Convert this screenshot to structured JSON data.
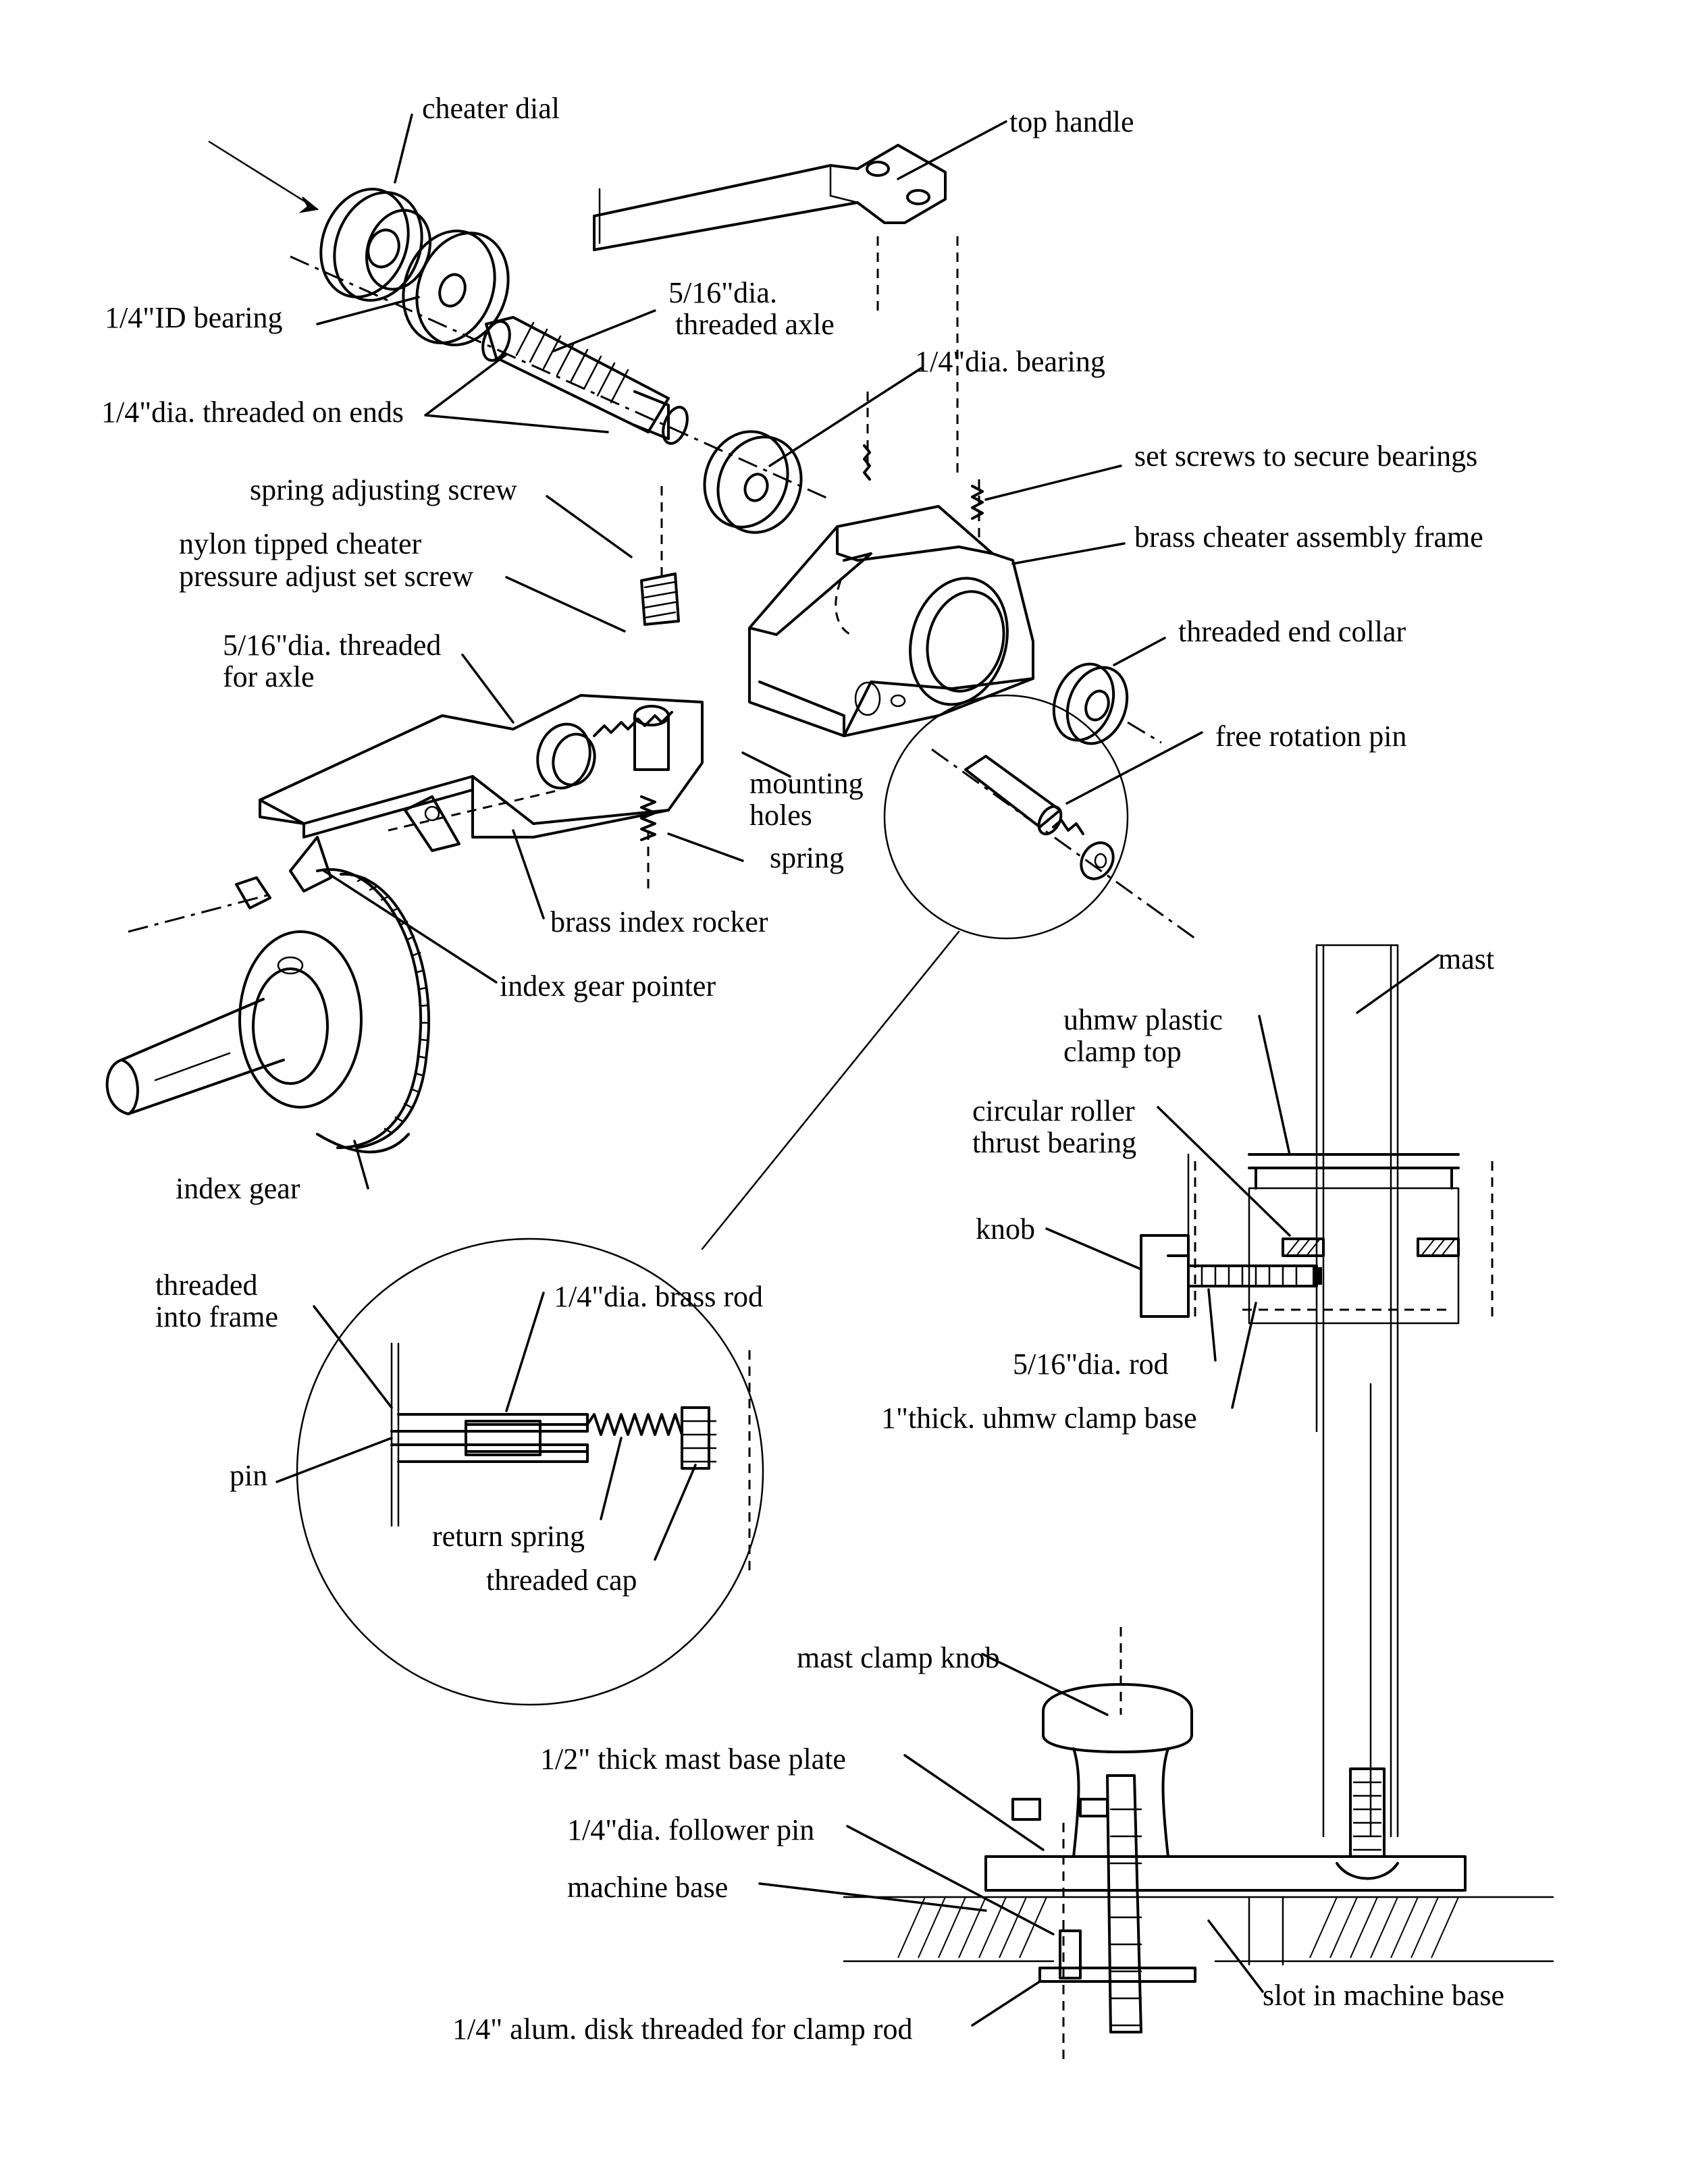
{
  "labels": {
    "cheater_dial": "cheater dial",
    "top_handle": "top handle",
    "id_bearing": "1/4\"ID bearing",
    "axle_line1": "5/16\"dia.",
    "axle_line2": "threaded axle",
    "dia_bearing": "1/4\"dia. bearing",
    "threaded_on_ends": "1/4\"dia. threaded on ends",
    "set_screws": "set screws to secure bearings",
    "spring_adjusting_screw": "spring adjusting screw",
    "brass_frame": "brass cheater assembly frame",
    "nylon_line1": "nylon tipped cheater",
    "nylon_line2": "pressure adjust set screw",
    "end_collar": "threaded end collar",
    "for_axle_line1": "5/16\"dia. threaded",
    "for_axle_line2": "for axle",
    "free_rotation_pin": "free rotation pin",
    "mounting_line1": "mounting",
    "mounting_line2": "holes",
    "spring": "spring",
    "index_rocker": "brass index rocker",
    "index_pointer": "index gear pointer",
    "mast": "mast",
    "clamp_top_line1": "uhmw plastic",
    "clamp_top_line2": "clamp top",
    "roller_line1": "circular roller",
    "roller_line2": "thrust bearing",
    "index_gear": "index gear",
    "knob": "knob",
    "into_frame_line1": "threaded",
    "into_frame_line2": "into frame",
    "brass_rod": "1/4\"dia. brass rod",
    "rod_516": "5/16\"dia. rod",
    "clamp_base": "1\"thick. uhmw clamp base",
    "pin": "pin",
    "return_spring": "return spring",
    "threaded_cap": "threaded cap",
    "mast_clamp_knob": "mast clamp knob",
    "base_plate": "1/2\" thick mast base plate",
    "follower_pin": "1/4\"dia. follower pin",
    "machine_base": "machine base",
    "slot": "slot in machine base",
    "alum_disk": "1/4\" alum. disk threaded for clamp rod"
  },
  "icons": [
    "cheater-dial-icon",
    "bearing-icon",
    "threaded-axle-icon",
    "top-handle-icon",
    "frame-icon",
    "end-collar-icon",
    "free-rotation-pin-icon",
    "index-rocker-icon",
    "index-gear-icon",
    "mast-icon",
    "clamp-icon",
    "base-plate-icon",
    "detail-circle-icon"
  ]
}
